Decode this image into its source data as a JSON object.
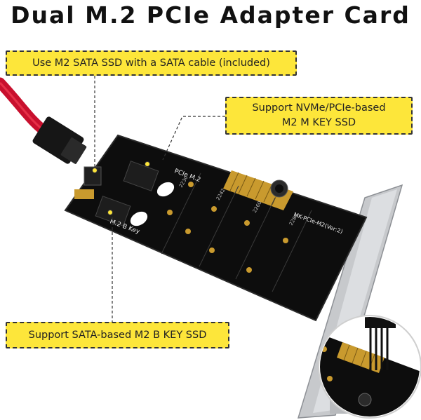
{
  "title": "Dual M.2 PCIe Adapter Card",
  "callouts": {
    "sata_cable": "Use M2 SATA SSD with a SATA cable (included)",
    "nvme_line1": "Support NVMe/PCIe-based",
    "nvme_line2": "M2 M KEY SSD",
    "b_key": "Support SATA-based M2 B KEY SSD"
  },
  "pcb_silkscreen": {
    "m_key_label": "PCIe M.2",
    "b_key_label": "M.2 B Key",
    "model": "MK-PCIe-M2(Ver:2)",
    "sizes": [
      "2230",
      "2242",
      "2260",
      "2280"
    ]
  },
  "colors": {
    "callout_fill": "#fde63a",
    "pcb": "#0d0d0d",
    "gold": "#c99a2e",
    "bracket": "#c7c9cc",
    "cable": "#c8102e"
  }
}
